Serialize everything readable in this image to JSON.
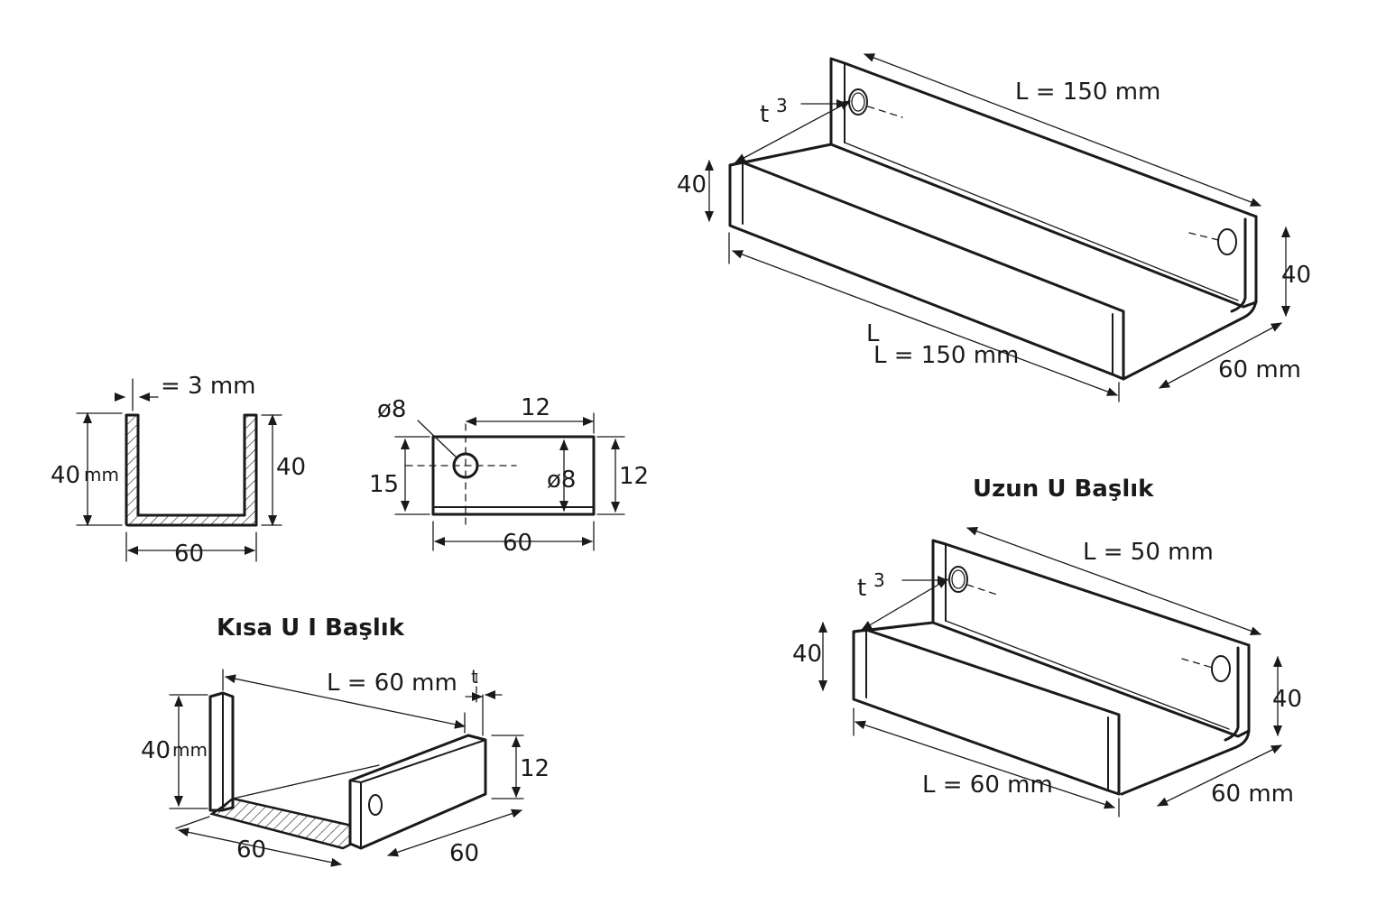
{
  "titles": {
    "long": "Uzun U Başlık",
    "short": "Kısa U I Başlık"
  },
  "section_view": {
    "thickness": "= 3 mm",
    "height_left": "40",
    "height_left_unit": "mm",
    "height_right": "40",
    "width": "60"
  },
  "plate_view": {
    "hole_top": "ø8",
    "hole_side": "ø8",
    "hole_spacing": "12",
    "hole_height": "15",
    "plate_height": "12",
    "width": "60"
  },
  "long_channel": {
    "t_label": "t",
    "t_value": "3",
    "length_top": "L = 150 mm",
    "height_left": "40",
    "height_right": "40",
    "length_label_partial": "L",
    "length_bottom": "L = 150 mm",
    "width": "60 mm"
  },
  "medium_channel": {
    "t_label": "t",
    "t_value": "3",
    "length_top": "L =  50 mm",
    "height_left": "40",
    "height_right": "40",
    "length_bottom": "L = 60 mm",
    "width": "60 mm"
  },
  "short_channel": {
    "length_top": "L = 60 mm",
    "height_left": "40",
    "height_left_unit": "mm",
    "height_right": "12",
    "width_left": "60",
    "width_right": "60",
    "t_mark": "t"
  }
}
